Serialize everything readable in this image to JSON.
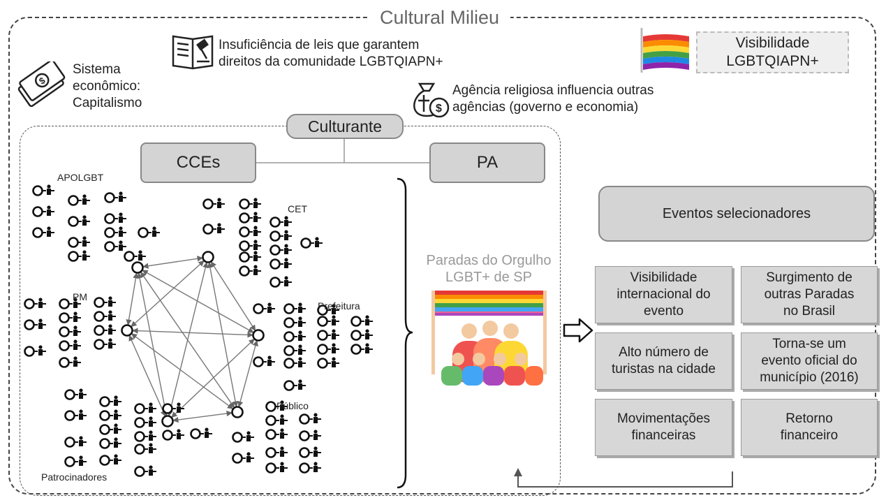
{
  "milieu": {
    "title": "Cultural Milieu"
  },
  "notes": {
    "capitalism": "Sistema econômico: Capitalismo",
    "capitalism_lines": [
      "Sistema",
      "econômico:",
      "Capitalismo"
    ],
    "laws_lines": [
      "Insuficiência de leis que garantem",
      "direitos da comunidade LGBTQIAPN+"
    ],
    "religion_lines": [
      "Agência religiosa influencia outras",
      "agências (governo e economia)"
    ],
    "visibility_lines": [
      "Visibilidade",
      "LGBTQIAPN+"
    ]
  },
  "culturante": {
    "label": "Culturante",
    "cces_label": "CCEs",
    "pa_label": "PA"
  },
  "network": {
    "groups": [
      "APOLGBT",
      "CET",
      "PM",
      "Prefeitura",
      "Patrocinadores",
      "Público"
    ]
  },
  "product": {
    "title_lines": [
      "Paradas do Orgulho",
      "LGBT+ de SP"
    ]
  },
  "selection": {
    "title": "Eventos selecionadores",
    "events": [
      [
        "Visibilidade",
        "internacional do",
        "evento"
      ],
      [
        "Surgimento de",
        "outras Paradas",
        "no Brasil"
      ],
      [
        "Alto número de",
        "turistas na cidade"
      ],
      [
        "Torna-se um",
        "evento oficial do",
        "município (2016)"
      ],
      [
        "Movimentações",
        "financeiras"
      ],
      [
        "Retorno",
        "financeiro"
      ]
    ]
  },
  "icons": [
    "money-icon",
    "law-book-icon",
    "religion-money-bag-icon",
    "rainbow-flag-icon",
    "parade-crowd-icon",
    "right-arrow-icon"
  ],
  "colors": {
    "box_fill": "#d4d4d4",
    "frame_stroke": "#444444",
    "label_grey": "#999999"
  }
}
